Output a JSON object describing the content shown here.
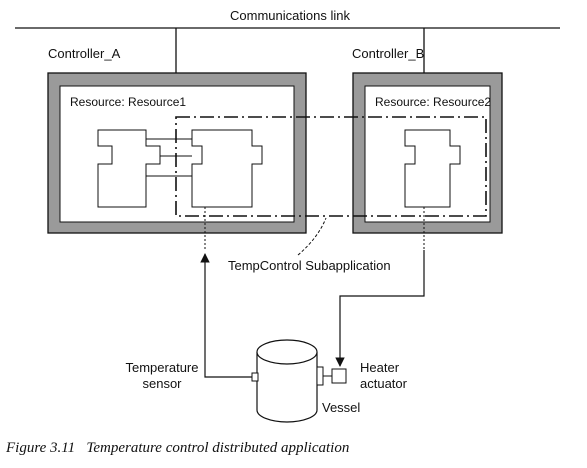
{
  "diagram": {
    "link_label": "Communications link",
    "controller_a": {
      "name": "Controller_A",
      "resource": "Resource: Resource1"
    },
    "controller_b": {
      "name": "Controller_B",
      "resource": "Resource: Resource2"
    },
    "subapp_label": "TempControl Subapplication",
    "sensor_label": [
      "Temperature",
      "sensor"
    ],
    "actuator_label": [
      "Heater",
      "actuator"
    ],
    "vessel_label": "Vessel"
  },
  "caption": "Figure 3.11   Temperature control distributed application"
}
